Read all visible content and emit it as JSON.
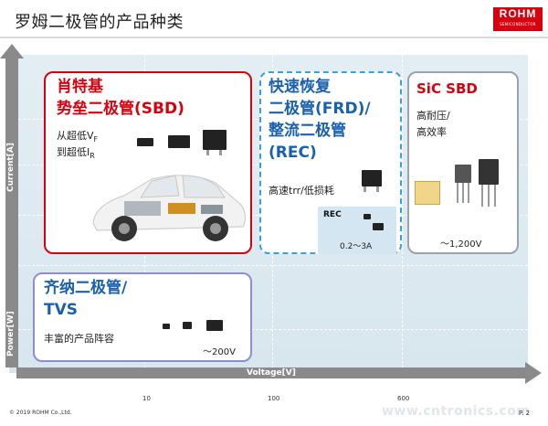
{
  "header": {
    "title": "罗姆二极管的产品种类",
    "logo_main": "ROHM",
    "logo_sub": "SEMICONDUCTOR"
  },
  "axes": {
    "y_upper_label": "Current[A]",
    "y_lower_label": "Power[W]",
    "x_label": "Voltage[V]",
    "x_ticks": [
      "10",
      "100",
      "600"
    ]
  },
  "boxes": {
    "sbd": {
      "title_line1": "肖特基",
      "title_line2": "势垒二极管(SBD)",
      "desc_line1_prefix": "从超低V",
      "desc_line1_sub": "F",
      "desc_line2_prefix": "到超低I",
      "desc_line2_sub": "R"
    },
    "frd": {
      "title_line1": "快速恢复",
      "title_line2": "二极管(FRD)/",
      "title_line3": "整流二极管",
      "title_line4": "(REC)",
      "desc": "高速trr/低损耗",
      "rec_label": "REC",
      "rec_range": "0.2～3A"
    },
    "sic": {
      "title": "SiC SBD",
      "desc_line1": "高耐压/",
      "desc_line2": "高效率",
      "voltage": "～1,200V"
    },
    "zener": {
      "title_line1": "齐纳二极管/",
      "title_line2": "TVS",
      "desc": "丰富的产品阵容",
      "voltage": "～200V"
    }
  },
  "footer": {
    "copyright": "© 2019 ROHM Co.,Ltd.",
    "page": "P. 2",
    "watermark": "www.cntronics.com"
  },
  "colors": {
    "brand_red": "#d7000f",
    "frd_blue": "#1a60b0",
    "plot_bg": "#dbe8ef"
  }
}
